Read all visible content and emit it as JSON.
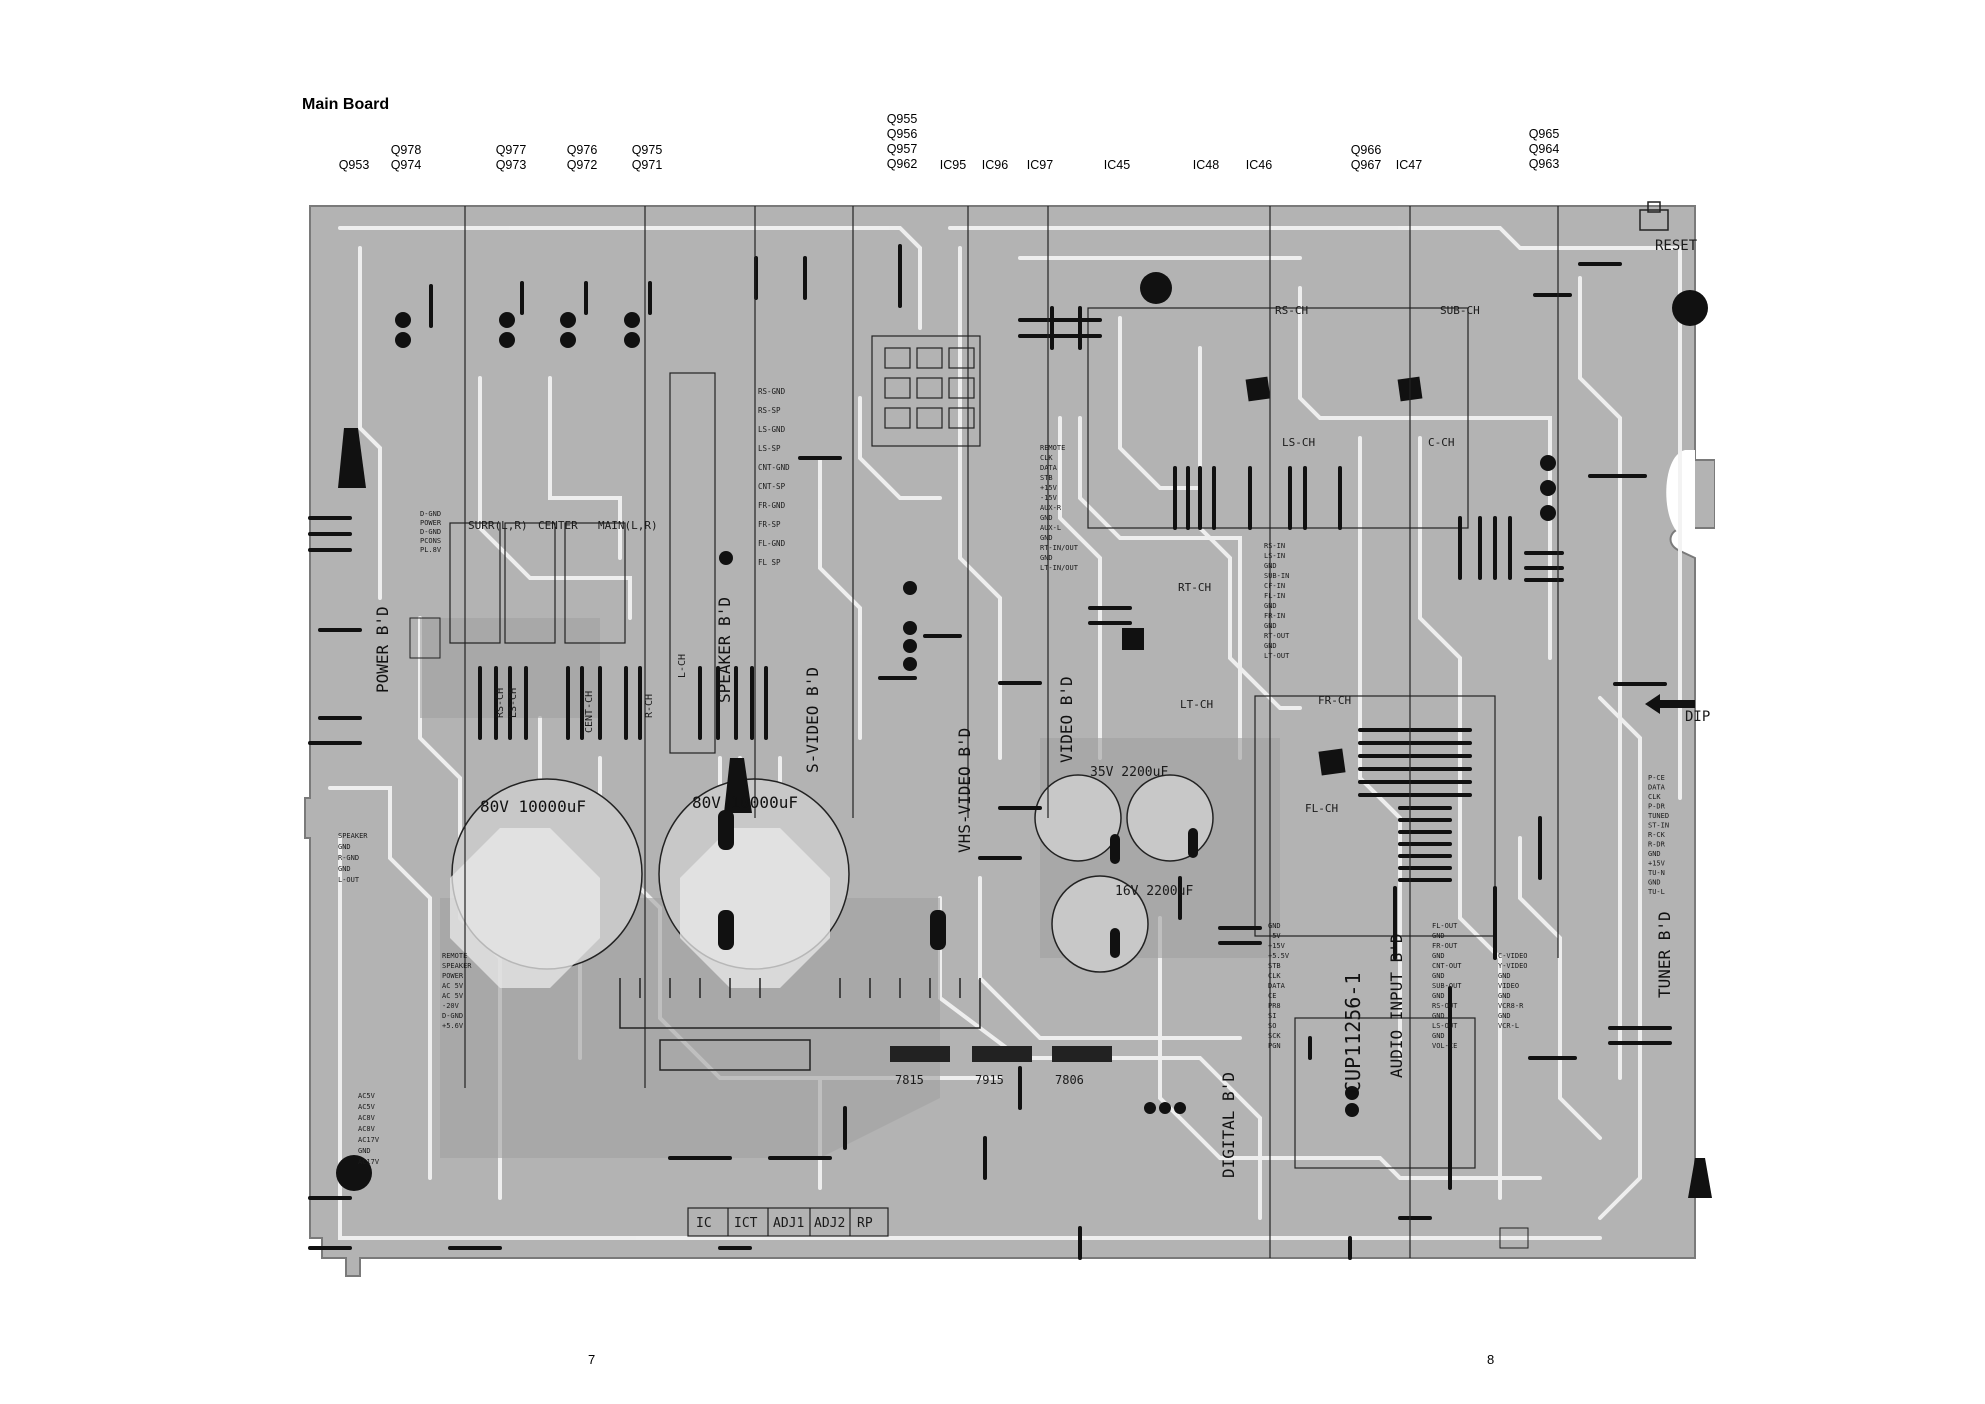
{
  "title": "Main Board",
  "top_labels": [
    {
      "id": "c1",
      "lines": [
        "Q953"
      ]
    },
    {
      "id": "c2",
      "lines": [
        "Q978",
        "Q974"
      ]
    },
    {
      "id": "c3",
      "lines": [
        "Q977",
        "Q973"
      ]
    },
    {
      "id": "c4",
      "lines": [
        "Q976",
        "Q972"
      ]
    },
    {
      "id": "c5",
      "lines": [
        "Q975",
        "Q971"
      ]
    },
    {
      "id": "c6",
      "lines": [
        "Q955",
        "Q956",
        "Q957",
        "Q962"
      ]
    },
    {
      "id": "c7",
      "lines": [
        "IC95"
      ]
    },
    {
      "id": "c8",
      "lines": [
        "IC96"
      ]
    },
    {
      "id": "c9",
      "lines": [
        "IC97"
      ]
    },
    {
      "id": "c10",
      "lines": [
        "IC45"
      ]
    },
    {
      "id": "c11",
      "lines": [
        "IC48"
      ]
    },
    {
      "id": "c12",
      "lines": [
        "IC46"
      ]
    },
    {
      "id": "c13",
      "lines": [
        "Q966",
        "Q967"
      ]
    },
    {
      "id": "c14",
      "lines": [
        "IC47"
      ]
    },
    {
      "id": "c15",
      "lines": [
        "Q965",
        "Q964",
        "Q963"
      ]
    }
  ],
  "page_numbers": {
    "left": "7",
    "right": "8"
  },
  "silkscreen": {
    "reset": "RESET",
    "power_bd": "POWER B'D",
    "speaker_bd": "SPEAKER B'D",
    "s_video_bd": "S-VIDEO B'D",
    "vhs_video_bd": "VHS-VIDEO B'D",
    "video_bd": "VIDEO B'D",
    "digital_bd": "DIGITAL B'D",
    "audio_input_bd": "AUDIO INPUT B'D",
    "tuner_bd": "TUNER B'D",
    "board_code": "CUP11256-1",
    "dip": "DIP",
    "surr": "SURR(L,R)",
    "center": "CENTER",
    "main": "MAIN(L,R)",
    "cap_80v_a": "80V 10000uF",
    "cap_80v_b": "80V 10000uF",
    "cap_35v": "35V 2200uF",
    "cap_16v": "16V 2200uF",
    "rs_ch": "RS-CH",
    "sub_ch": "SUB-CH",
    "ls_ch": "LS-CH",
    "c_ch": "C-CH",
    "rt_ch": "RT-CH",
    "lt_ch": "LT-CH",
    "fr_ch": "FR-CH",
    "fl_ch": "FL-CH",
    "reg_7815": "7815",
    "reg_7915": "7915",
    "reg_7806": "7806",
    "ic_row": [
      "IC",
      "ICT",
      "ADJ1",
      "ADJ2",
      "RP"
    ],
    "rsch": "RS-CH",
    "lsch": "LS-CH",
    "centch": "CENT-CH",
    "rch": "R-CH",
    "lch": "L-CH"
  },
  "pin_blocks": {
    "spk_out": [
      "RS-GND",
      "RS-SP",
      "LS-GND",
      "LS-SP",
      "CNT-GND",
      "CNT-SP",
      "FR-GND",
      "FR-SP",
      "FL-GND",
      "FL SP"
    ],
    "remote": [
      "REMOTE",
      "CLK",
      "DATA",
      "STB",
      "+15V",
      "-15V",
      "AUX-R",
      "GND",
      "AUX-L",
      "GND",
      "RT-IN/OUT",
      "GND",
      "LT-IN/OUT"
    ],
    "power_left": [
      "D-GND",
      "POWER",
      "D-GND",
      "PCONS",
      "PL.8V"
    ],
    "speaker_left": [
      "SPEAKER",
      "GND",
      "R-GND",
      "GND",
      "L-OUT"
    ],
    "tuner_right": [
      "P-CE",
      "DATA",
      "CLK",
      "P-DR",
      "TUNED",
      "ST-IN",
      "R-CK",
      "R-DR",
      "GND",
      "+15V",
      "TU-N",
      "GND",
      "TU-L"
    ],
    "audio_mid": [
      "RS-IN",
      "LS-IN",
      "GND",
      "SUB-IN",
      "CF-IN",
      "FL-IN",
      "GND",
      "FR-IN",
      "GND",
      "RT-OUT",
      "GND",
      "LT-OUT"
    ],
    "digital_mid": [
      "GND",
      "+5V",
      "+15V",
      "+5.5V",
      "STB",
      "CLK",
      "DATA",
      "CE",
      "PR8",
      "SI",
      "SO",
      "SCK",
      "PGN"
    ],
    "audio_out": [
      "FL-OUT",
      "GND",
      "FR-OUT",
      "GND",
      "CNT-OUT",
      "GND",
      "SUB-OUT",
      "GND",
      "RS-OUT",
      "GND",
      "LS-OUT",
      "GND",
      "VOL-CE"
    ],
    "video_small": [
      "C-VIDEO",
      "Y-VIDEO",
      "GND",
      "VIDEO",
      "GND",
      "VCR8-R",
      "GND",
      "VCR-L"
    ],
    "power_lower": [
      "REMOTE",
      "SPEAKER",
      "POWER",
      "AC 5V",
      "AC 5V",
      "-20V",
      "D-GND",
      "+5.6V"
    ],
    "ac_block": [
      "AC5V",
      "AC5V",
      "AC8V",
      "AC8V",
      "AC17V",
      "GND",
      "AC17V"
    ]
  }
}
